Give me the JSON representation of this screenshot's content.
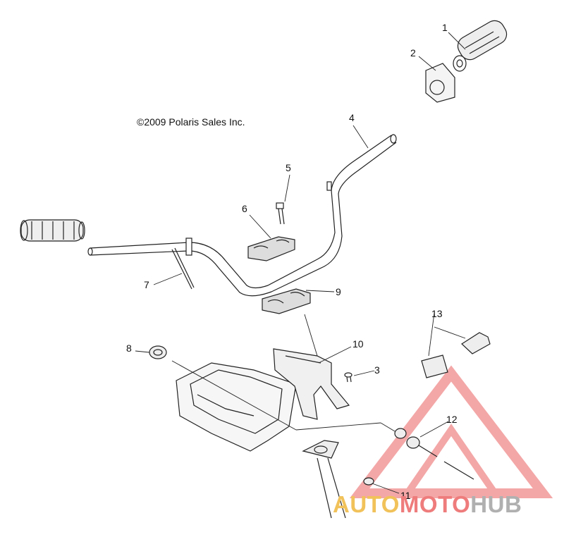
{
  "copyright": "©2009 Polaris Sales Inc.",
  "callouts": [
    "1",
    "2",
    "3",
    "4",
    "5",
    "6",
    "7",
    "8",
    "9",
    "10",
    "11",
    "12",
    "13"
  ],
  "watermark": {
    "part1": "AUTO",
    "part2": "MOTO",
    "part3": "HUB",
    "colors": {
      "auto": "#f2c25a",
      "moto": "#ef7c7c",
      "hub": "#b0b0b0",
      "triangle": "#f08a8a"
    }
  }
}
